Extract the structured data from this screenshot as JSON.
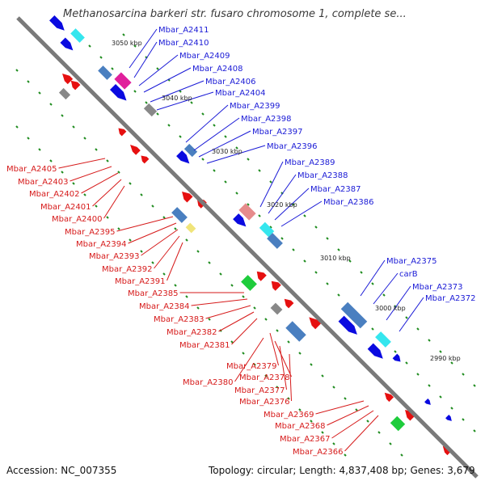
{
  "title": "Methanosarcina barkeri str. fusaro chromosome 1, complete se...",
  "footer": {
    "accession": "Accession: NC_007355",
    "topology": "Topology: circular; Length: 4,837,408 bp; Genes: 3,679"
  },
  "colors": {
    "backbone": "#7a7a7a",
    "forward_gene": "#0a0ae0",
    "reverse_gene": "#e61010",
    "forward_label": "#1a1ad6",
    "reverse_label": "#d61a1a",
    "tick": "#1f8c1f",
    "rna": "#888888",
    "cyan_feature": "#35e6ee",
    "steel_feature": "#4a7fc0",
    "magenta_feature": "#e0209c",
    "pink_feature": "#e68c8c",
    "green_feature": "#1ecc3c",
    "yellow_feature": "#f0e47a"
  },
  "scale_labels": [
    "3050 kbp",
    "3040 kbp",
    "3030 kbp",
    "3020 kbp",
    "3010 kbp",
    "3000 kbp",
    "2990 kbp"
  ],
  "forward_labels": [
    "Mbar_A2411",
    "Mbar_A2410",
    "Mbar_A2409",
    "Mbar_A2408",
    "Mbar_A2406",
    "Mbar_A2404",
    "Mbar_A2399",
    "Mbar_A2398",
    "Mbar_A2397",
    "Mbar_A2396",
    "Mbar_A2389",
    "Mbar_A2388",
    "Mbar_A2387",
    "Mbar_A2386",
    "Mbar_A2375",
    "carB",
    "Mbar_A2373",
    "Mbar_A2372"
  ],
  "reverse_labels": [
    "Mbar_A2405",
    "Mbar_A2403",
    "Mbar_A2402",
    "Mbar_A2401",
    "Mbar_A2400",
    "Mbar_A2395",
    "Mbar_A2394",
    "Mbar_A2393",
    "Mbar_A2392",
    "Mbar_A2391",
    "Mbar_A2385",
    "Mbar_A2384",
    "Mbar_A2383",
    "Mbar_A2382",
    "Mbar_A2381",
    "Mbar_A2379",
    "Mbar_A2380",
    "Mbar_A2378",
    "Mbar_A2377",
    "Mbar_A2376",
    "Mbar_A2369",
    "Mbar_A2368",
    "Mbar_A2367",
    "Mbar_A2366"
  ]
}
